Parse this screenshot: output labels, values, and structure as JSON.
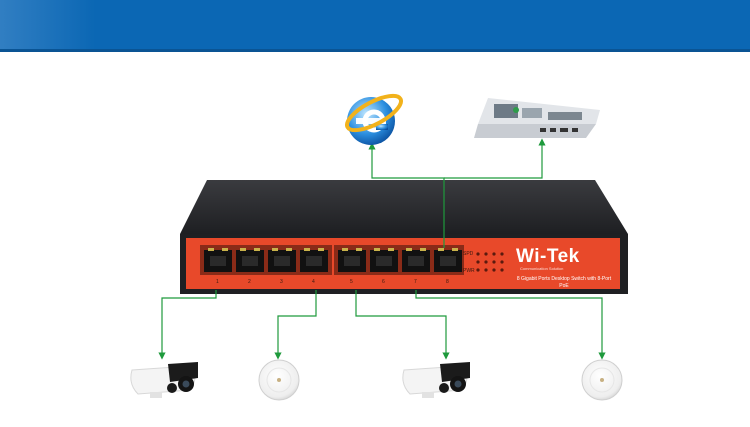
{
  "device": {
    "brand": "Wi-Tek",
    "brand_sub": "Communication Solution",
    "description": "8 Gigabit Ports Desktop Switch with 8-Port PoE",
    "port_labels": [
      "1",
      "2",
      "3",
      "4",
      "5",
      "6",
      "7",
      "8"
    ],
    "led_labels": [
      "SPD",
      "PWR"
    ]
  },
  "colors": {
    "header": "#0b67b4",
    "link": "#1e9a3c",
    "switch_body": "#2c2d30",
    "switch_panel": "#e8492a"
  },
  "icons": [
    "ie-browser-icon",
    "nvr-recorder-icon",
    "bullet-camera-icon",
    "ceiling-ap-icon",
    "bullet-camera-icon",
    "ceiling-ap-icon"
  ]
}
